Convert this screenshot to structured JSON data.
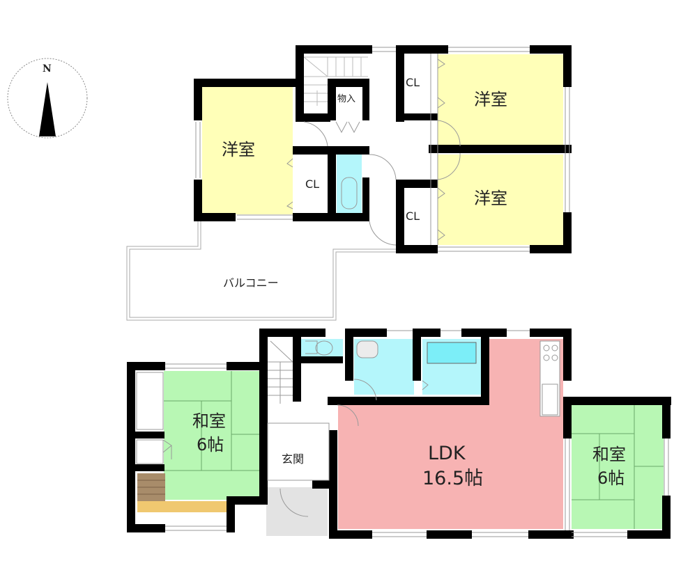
{
  "compass": {
    "label": "N",
    "icon": "north-arrow-icon"
  },
  "colors": {
    "wall": "#000000",
    "western_room": "#ffffb8",
    "japanese_room": "#b8f7b4",
    "ldk": "#f7b3b3",
    "wet_area": "#b4f6fb",
    "entrance_floor": "#e3e3e3",
    "wood_storage": "#a88c6a",
    "wood_shelf": "#f0c870"
  },
  "floor2": {
    "rooms": [
      {
        "id": "western-room-left",
        "label": "洋室"
      },
      {
        "id": "western-room-top-right",
        "label": "洋室"
      },
      {
        "id": "western-room-bottom-right",
        "label": "洋室"
      }
    ],
    "closets": [
      "CL",
      "CL",
      "CL"
    ],
    "storage": "物入",
    "balcony": "バルコニー"
  },
  "floor1": {
    "japanese_room_left": {
      "label": "和室",
      "size": "6帖"
    },
    "ldk": {
      "label": "LDK",
      "size": "16.5帖"
    },
    "japanese_room_right": {
      "label": "和室",
      "size": "6帖"
    },
    "entrance": "玄関"
  }
}
